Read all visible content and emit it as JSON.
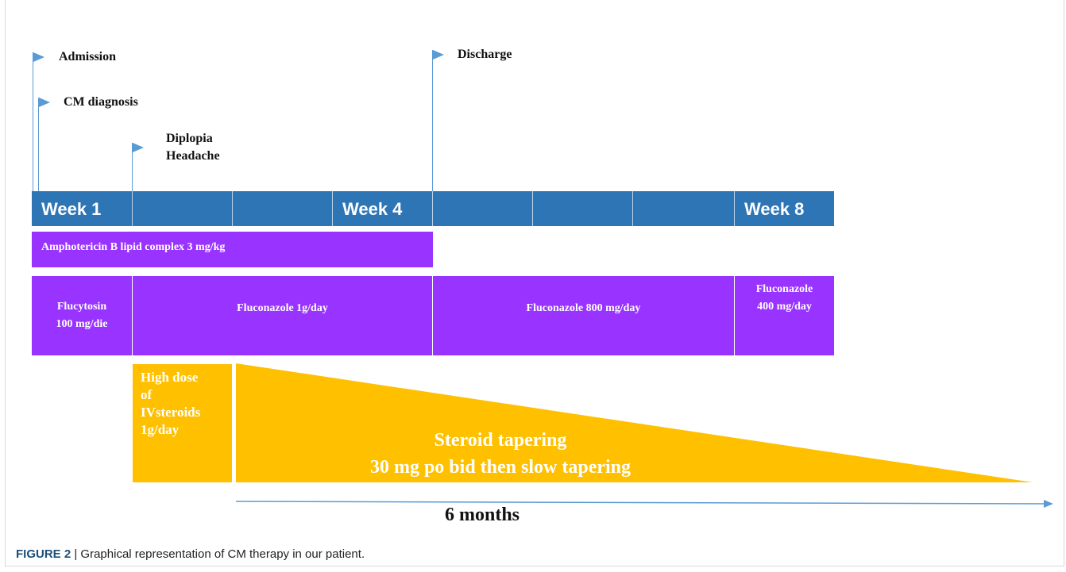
{
  "events": [
    {
      "label": "Admission"
    },
    {
      "label": "CM diagnosis"
    },
    {
      "label": "Diplopia\nHeadache"
    },
    {
      "label": "Discharge"
    }
  ],
  "weeks": [
    "Week 1",
    "",
    "",
    "Week 4",
    "",
    "",
    "",
    "Week 8"
  ],
  "amphotericin": {
    "label": "Amphotericin  B lipid  complex  3 mg/kg"
  },
  "antifungal_row": [
    {
      "label": "Flucytosin\n100 mg/die"
    },
    {
      "label": "Fluconazole  1g/day"
    },
    {
      "label": "Fluconazole  800 mg/day"
    },
    {
      "label": "Fluconazole\n400 mg/day"
    }
  ],
  "steroids": {
    "high_dose": "High dose\nof\nIVsteroids\n1g/day",
    "taper_line1": "Steroid tapering",
    "taper_line2": "30 mg po bid then slow tapering"
  },
  "duration": {
    "label": "6 months"
  },
  "caption": {
    "prefix": "FIGURE 2",
    "text": " | Graphical representation of CM therapy in our patient."
  },
  "colors": {
    "week_bar": "#2e75b6",
    "purple": "#9933ff",
    "yellow": "#ffc000",
    "flag": "#5b9bd5"
  }
}
